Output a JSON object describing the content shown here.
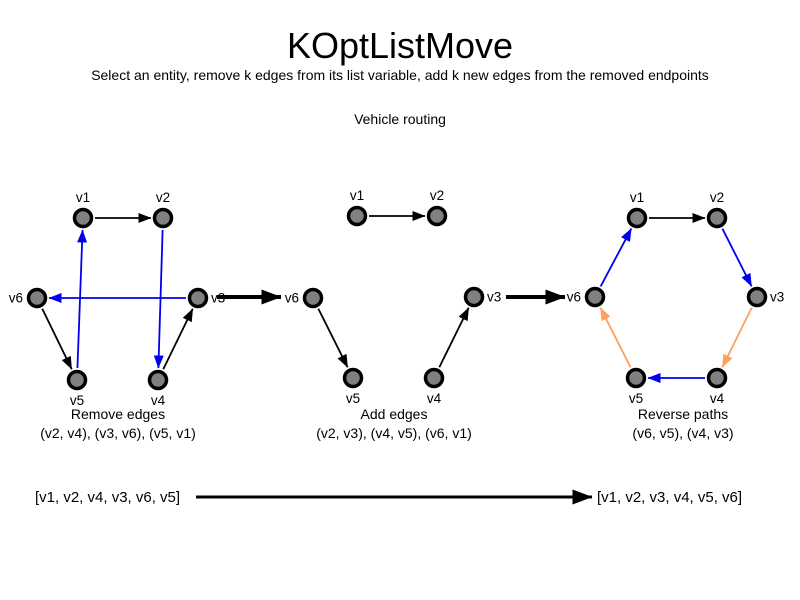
{
  "title": "KOptListMove",
  "subtitle": "Select an entity, remove k edges from its list variable, add k new edges from the removed endpoints",
  "section_label": "Vehicle routing",
  "colors": {
    "black": "#000000",
    "blue": "#0000ee",
    "orange": "#ffa05c",
    "node_fill": "#808080",
    "node_stroke": "#000000"
  },
  "graphs": [
    {
      "id": "remove-edges",
      "caption_title": "Remove edges",
      "caption_detail": "(v2, v4), (v3, v6), (v5, v1)",
      "nodes": [
        {
          "id": "v1",
          "label": "v1"
        },
        {
          "id": "v2",
          "label": "v2"
        },
        {
          "id": "v3",
          "label": "v3"
        },
        {
          "id": "v4",
          "label": "v4"
        },
        {
          "id": "v5",
          "label": "v5"
        },
        {
          "id": "v6",
          "label": "v6"
        }
      ],
      "edges": [
        {
          "from": "v1",
          "to": "v2",
          "color": "black"
        },
        {
          "from": "v6",
          "to": "v5",
          "color": "black"
        },
        {
          "from": "v4",
          "to": "v3",
          "color": "black"
        },
        {
          "from": "v2",
          "to": "v4",
          "color": "blue"
        },
        {
          "from": "v3",
          "to": "v6",
          "color": "blue"
        },
        {
          "from": "v5",
          "to": "v1",
          "color": "blue"
        }
      ]
    },
    {
      "id": "add-edges",
      "caption_title": "Add edges",
      "caption_detail": "(v2, v3), (v4, v5), (v6, v1)",
      "nodes": [
        {
          "id": "v1",
          "label": "v1"
        },
        {
          "id": "v2",
          "label": "v2"
        },
        {
          "id": "v3",
          "label": "v3"
        },
        {
          "id": "v4",
          "label": "v4"
        },
        {
          "id": "v5",
          "label": "v5"
        },
        {
          "id": "v6",
          "label": "v6"
        }
      ],
      "edges": [
        {
          "from": "v1",
          "to": "v2",
          "color": "black"
        },
        {
          "from": "v6",
          "to": "v5",
          "color": "black"
        },
        {
          "from": "v4",
          "to": "v3",
          "color": "black"
        }
      ]
    },
    {
      "id": "reverse-paths",
      "caption_title": "Reverse paths",
      "caption_detail": "(v6, v5), (v4, v3)",
      "nodes": [
        {
          "id": "v1",
          "label": "v1"
        },
        {
          "id": "v2",
          "label": "v2"
        },
        {
          "id": "v3",
          "label": "v3"
        },
        {
          "id": "v4",
          "label": "v4"
        },
        {
          "id": "v5",
          "label": "v5"
        },
        {
          "id": "v6",
          "label": "v6"
        }
      ],
      "edges": [
        {
          "from": "v1",
          "to": "v2",
          "color": "black"
        },
        {
          "from": "v2",
          "to": "v3",
          "color": "blue"
        },
        {
          "from": "v3",
          "to": "v4",
          "color": "orange"
        },
        {
          "from": "v4",
          "to": "v5",
          "color": "blue"
        },
        {
          "from": "v5",
          "to": "v6",
          "color": "orange"
        },
        {
          "from": "v6",
          "to": "v1",
          "color": "blue"
        }
      ]
    }
  ],
  "transition": {
    "from_list": "[v1, v2, v4, v3, v6, v5]",
    "to_list": "[v1, v2, v3, v4, v5, v6]"
  }
}
